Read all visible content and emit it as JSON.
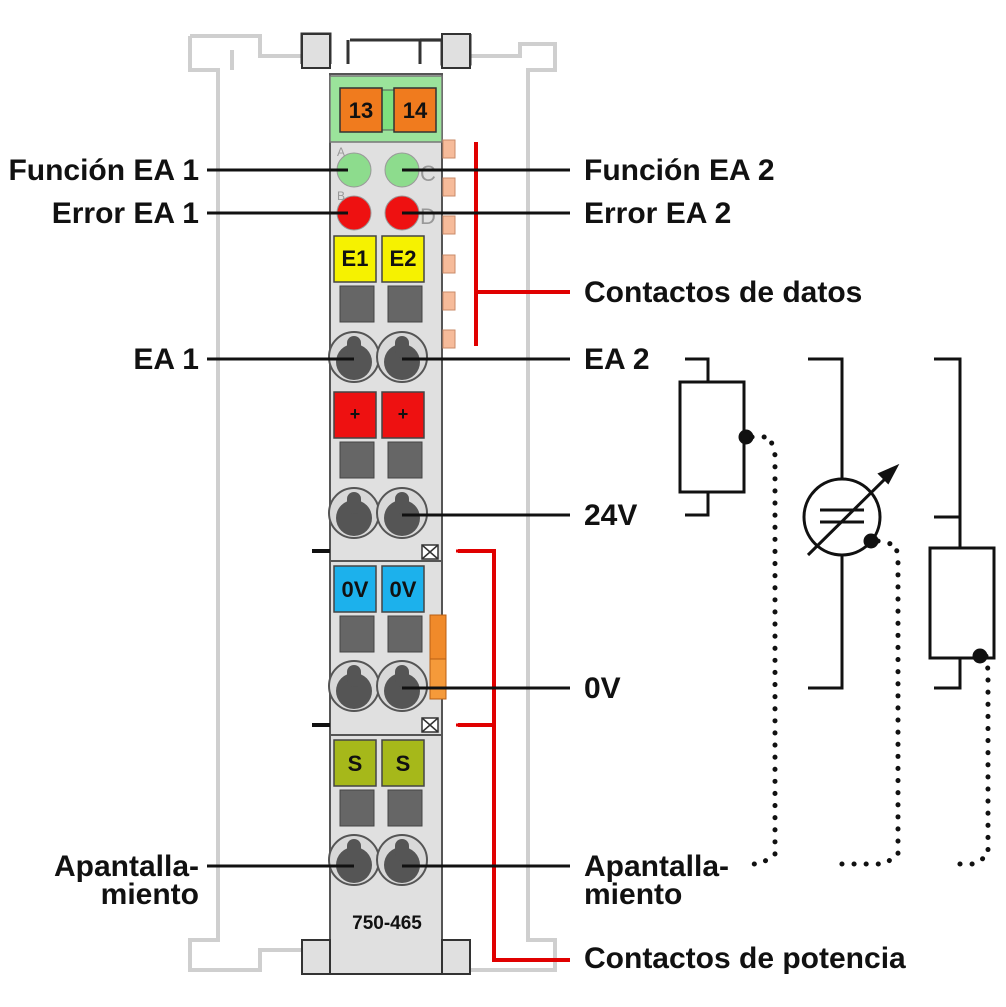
{
  "module": {
    "model": "750-465",
    "header_terminals": [
      "13",
      "14"
    ],
    "led_letters": [
      "A",
      "B",
      "C",
      "D"
    ],
    "terminal_labels": [
      "E1",
      "E2",
      "+",
      "+",
      "0V",
      "0V",
      "S",
      "S"
    ]
  },
  "labels": {
    "left": {
      "funcion_ea1": "Función EA 1",
      "error_ea1": "Error EA 1",
      "ea1": "EA 1",
      "apantallamiento_line1": "Apantalla-",
      "apantallamiento_line2": "miento"
    },
    "right": {
      "funcion_ea2": "Función EA 2",
      "error_ea2": "Error EA 2",
      "contactos_datos": "Contactos de datos",
      "ea2": "EA 2",
      "v24": "24V",
      "v0": "0V",
      "apantallamiento_line1": "Apantalla-",
      "apantallamiento_line2": "miento",
      "contactos_potencia": "Contactos de potencia"
    }
  },
  "colors": {
    "header_green": "#9be39b",
    "terminal_orange": "#f07b1e",
    "led_green": "#8ddc8d",
    "led_red": "#ee1111",
    "terminal_yellow": "#f6f200",
    "terminal_red": "#ee1111",
    "terminal_blue": "#1cb1ec",
    "terminal_olive": "#a6b81a",
    "bracket_red": "#e00000"
  }
}
